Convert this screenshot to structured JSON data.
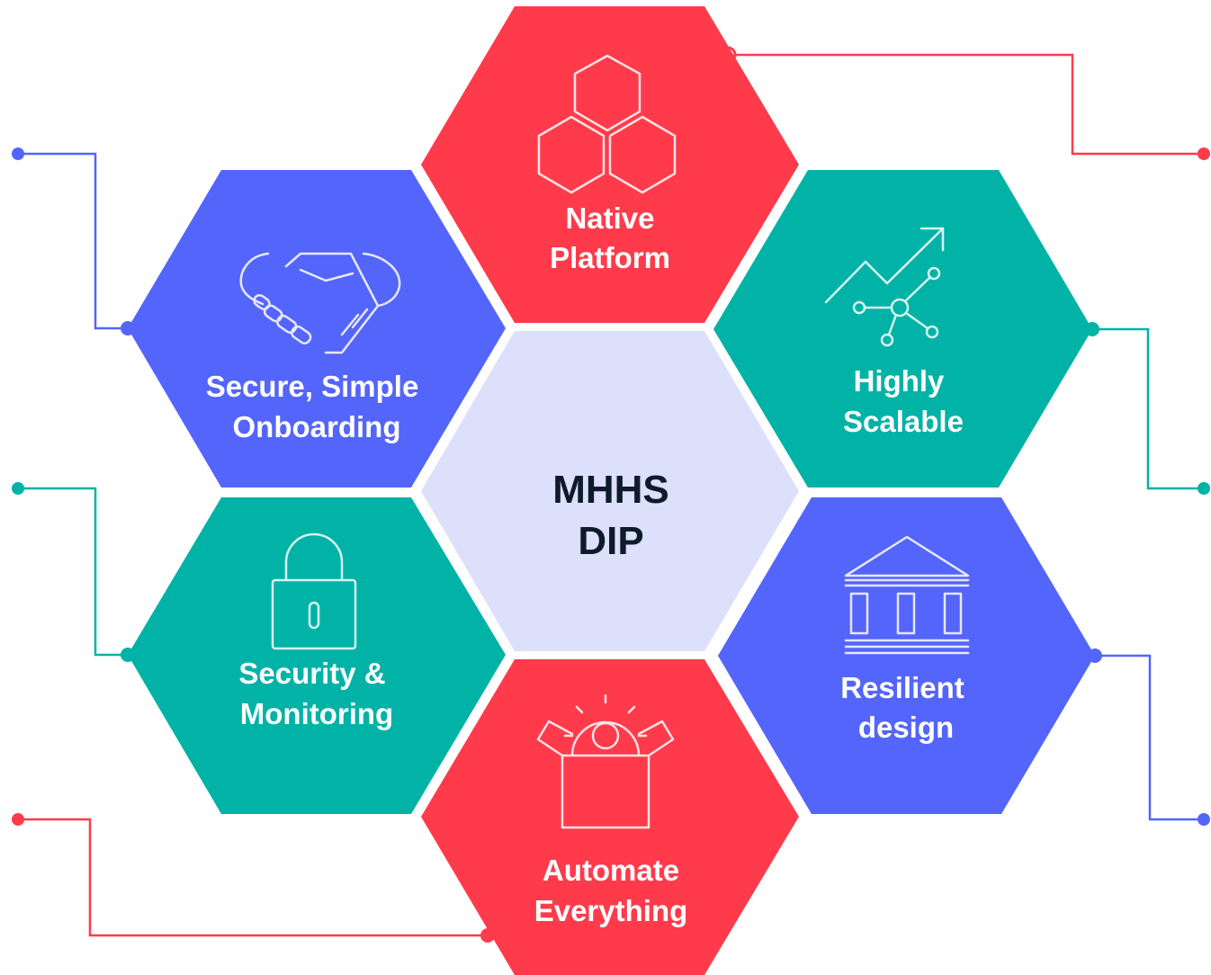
{
  "colors": {
    "red": "#ff3b4b",
    "teal": "#00b3a6",
    "blue": "#5465fb",
    "center": "#dde0fb",
    "center_text": "#0d1b2a"
  },
  "center": {
    "line1": "MHHS",
    "line2": "DIP"
  },
  "hexagons": [
    {
      "id": "native-platform",
      "line1": "Native",
      "line2": "Platform",
      "color": "red",
      "icon": "hexagon-cluster-icon"
    },
    {
      "id": "highly-scalable",
      "line1": "Highly",
      "line2": "Scalable",
      "color": "teal",
      "icon": "growth-network-icon"
    },
    {
      "id": "resilient-design",
      "line1": "Resilient",
      "line2": "design",
      "color": "blue",
      "icon": "pillared-building-icon"
    },
    {
      "id": "automate-everything",
      "line1": "Automate",
      "line2": "Everything",
      "color": "red",
      "icon": "gear-box-icon"
    },
    {
      "id": "security-monitoring",
      "line1": "Security &",
      "line2": "Monitoring",
      "color": "teal",
      "icon": "padlock-icon"
    },
    {
      "id": "secure-onboarding",
      "line1": "Secure, Simple",
      "line2": "Onboarding",
      "color": "blue",
      "icon": "handshake-icon"
    }
  ]
}
